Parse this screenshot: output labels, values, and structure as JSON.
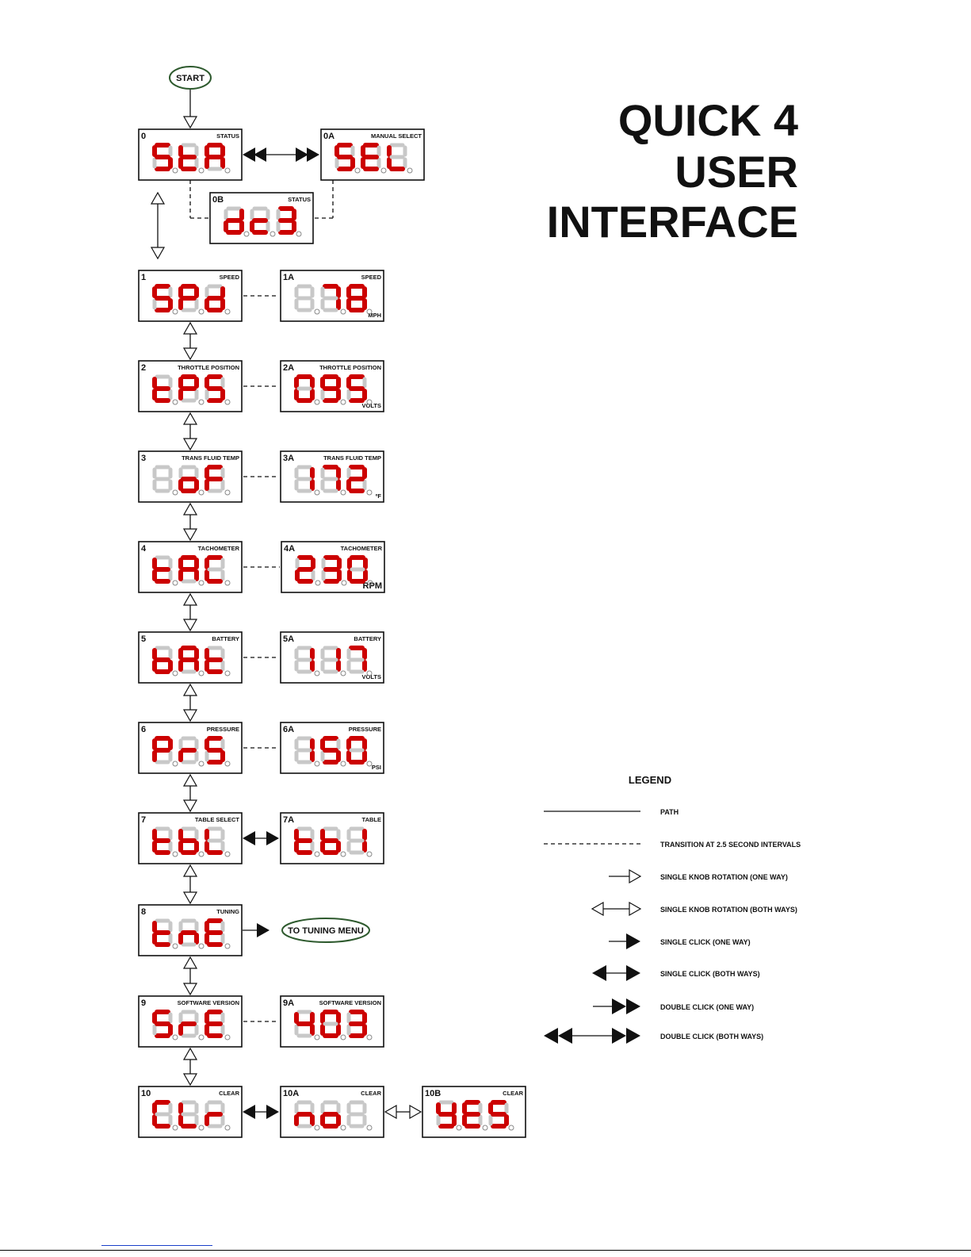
{
  "title": [
    "QUICK 4",
    "USER",
    "INTERFACE"
  ],
  "start_label": "START",
  "tuning_label": "TO TUNING MENU",
  "colors": {
    "segment_on": "#cc0000",
    "segment_off": "#c8c8c8",
    "oval_border": "#2e5a2e",
    "ink": "#111111"
  },
  "screens": [
    {
      "id": "0",
      "label": "STATUS",
      "unit": "",
      "chars": [
        "S",
        "t",
        "A"
      ]
    },
    {
      "id": "0A",
      "label": "MANUAL SELECT",
      "unit": "",
      "chars": [
        "S",
        "E",
        "L"
      ]
    },
    {
      "id": "0B",
      "label": "STATUS",
      "unit": "",
      "chars": [
        "d",
        "c",
        "3"
      ]
    },
    {
      "id": "1",
      "label": "SPEED",
      "unit": "",
      "chars": [
        "S",
        "P",
        "d"
      ]
    },
    {
      "id": "1A",
      "label": "SPEED",
      "unit": "MPH",
      "chars": [
        " ",
        "7",
        "8"
      ]
    },
    {
      "id": "2",
      "label": "THROTTLE POSITION",
      "unit": "",
      "chars": [
        "t",
        "P",
        "S"
      ]
    },
    {
      "id": "2A",
      "label": "THROTTLE POSITION",
      "unit": "VOLTS",
      "chars": [
        "0",
        "9",
        "5"
      ]
    },
    {
      "id": "3",
      "label": "TRANS FLUID TEMP",
      "unit": "",
      "chars": [
        " ",
        "o",
        "F"
      ]
    },
    {
      "id": "3A",
      "label": "TRANS FLUID TEMP",
      "unit": "ºF",
      "chars": [
        "1",
        "7",
        "2"
      ]
    },
    {
      "id": "4",
      "label": "TACHOMETER",
      "unit": "",
      "chars": [
        "t",
        "A",
        "C"
      ]
    },
    {
      "id": "4A",
      "label": "TACHOMETER",
      "unit": "RPM",
      "chars": [
        "2",
        "3",
        "0"
      ]
    },
    {
      "id": "5",
      "label": "BATTERY",
      "unit": "",
      "chars": [
        "b",
        "A",
        "t"
      ]
    },
    {
      "id": "5A",
      "label": "BATTERY",
      "unit": "VOLTS",
      "chars": [
        "1",
        "1",
        "7"
      ]
    },
    {
      "id": "6",
      "label": "PRESSURE",
      "unit": "",
      "chars": [
        "P",
        "r",
        "S"
      ]
    },
    {
      "id": "6A",
      "label": "PRESSURE",
      "unit": "PSI",
      "chars": [
        "1",
        "5",
        "0"
      ]
    },
    {
      "id": "7",
      "label": "TABLE SELECT",
      "unit": "",
      "chars": [
        "t",
        "b",
        "L"
      ]
    },
    {
      "id": "7A",
      "label": "TABLE",
      "unit": "",
      "chars": [
        "t",
        "b",
        "1"
      ]
    },
    {
      "id": "8",
      "label": "TUNING",
      "unit": "",
      "chars": [
        "t",
        "n",
        "E"
      ]
    },
    {
      "id": "9",
      "label": "SOFTWARE VERSION",
      "unit": "",
      "chars": [
        "S",
        "r",
        "E"
      ]
    },
    {
      "id": "9A",
      "label": "SOFTWARE VERSION",
      "unit": "",
      "chars": [
        "4",
        "0",
        "3"
      ]
    },
    {
      "id": "10",
      "label": "CLEAR",
      "unit": "",
      "chars": [
        "C",
        "L",
        "r"
      ]
    },
    {
      "id": "10A",
      "label": "CLEAR",
      "unit": "",
      "chars": [
        "n",
        "o",
        " "
      ]
    },
    {
      "id": "10B",
      "label": "CLEAR",
      "unit": "",
      "chars": [
        "Y",
        "E",
        "S"
      ]
    }
  ],
  "legend": {
    "title": "LEGEND",
    "items": [
      {
        "style": "path",
        "text": "PATH"
      },
      {
        "style": "transition",
        "text": "TRANSITION AT 2.5 SECOND INTERVALS"
      },
      {
        "style": "knob-one-way",
        "text": "SINGLE KNOB ROTATION (ONE WAY)"
      },
      {
        "style": "knob-both-ways",
        "text": "SINGLE KNOB ROTATION (BOTH WAYS)"
      },
      {
        "style": "click-one-way",
        "text": "SINGLE CLICK (ONE WAY)"
      },
      {
        "style": "click-both-ways",
        "text": "SINGLE CLICK (BOTH WAYS)"
      },
      {
        "style": "double-one-way",
        "text": "DOUBLE CLICK (ONE WAY)"
      },
      {
        "style": "double-both-ways",
        "text": "DOUBLE CLICK (BOTH WAYS)"
      }
    ]
  }
}
